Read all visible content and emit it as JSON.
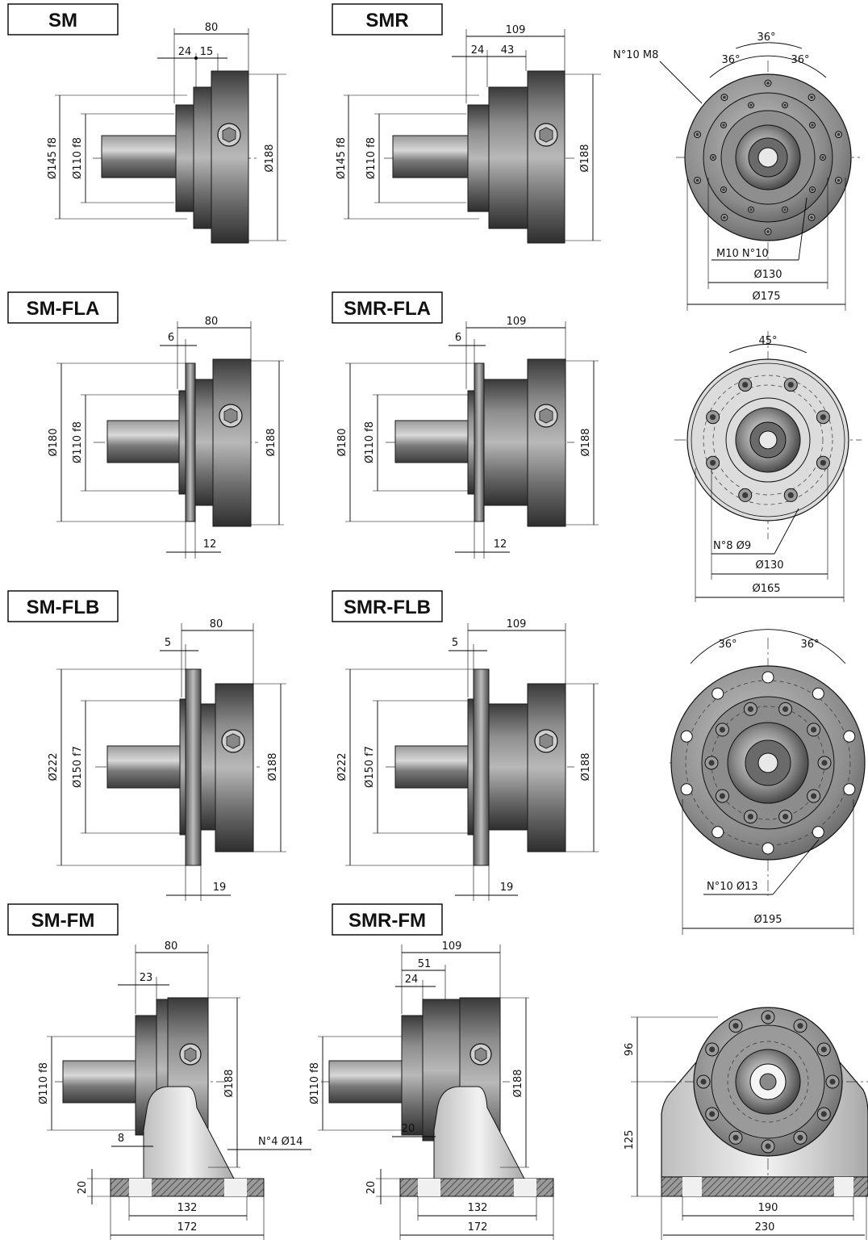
{
  "rows": [
    {
      "left": {
        "title": "SM",
        "dims": {
          "top_total": "80",
          "top_a": "24",
          "top_b": "15",
          "outer": "Ø145 f8",
          "pilot": "Ø110 f8",
          "body": "Ø188"
        }
      },
      "right": {
        "title": "SMR",
        "dims": {
          "top_total": "109",
          "top_a": "24",
          "top_b": "43",
          "outer": "Ø145 f8",
          "pilot": "Ø110 f8",
          "body": "Ø188"
        }
      },
      "front": {
        "angle_top": "36°",
        "angle_left": "36°",
        "angle_right": "36°",
        "holes_outer": "N°10 M8",
        "holes_inner": "M10 N°10",
        "d_inner": "Ø130",
        "d_outer": "Ø175"
      }
    },
    {
      "left": {
        "title": "SM-FLA",
        "dims": {
          "top_total": "80",
          "top_a": "6",
          "outer": "Ø180",
          "pilot": "Ø110 f8",
          "body": "Ø188",
          "bottom": "12"
        }
      },
      "right": {
        "title": "SMR-FLA",
        "dims": {
          "top_total": "109",
          "top_a": "6",
          "outer": "Ø180",
          "pilot": "Ø110 f8",
          "body": "Ø188",
          "bottom": "12"
        }
      },
      "front": {
        "angle_top": "45°",
        "holes": "N°8 Ø9",
        "d_inner": "Ø130",
        "d_outer": "Ø165"
      }
    },
    {
      "left": {
        "title": "SM-FLB",
        "dims": {
          "top_total": "80",
          "top_a": "5",
          "outer": "Ø222",
          "pilot": "Ø150 f7",
          "body": "Ø188",
          "bottom": "19"
        }
      },
      "right": {
        "title": "SMR-FLB",
        "dims": {
          "top_total": "109",
          "top_a": "5",
          "outer": "Ø222",
          "pilot": "Ø150 f7",
          "body": "Ø188",
          "bottom": "19"
        }
      },
      "front": {
        "angle_left": "36°",
        "angle_right": "36°",
        "holes": "N°10 Ø13",
        "d_outer": "Ø195"
      }
    },
    {
      "left": {
        "title": "SM-FM",
        "dims": {
          "top_total": "80",
          "top_a": "23",
          "pilot": "Ø110 f8",
          "body": "Ø188",
          "foot_offset": "8",
          "foot_h": "20",
          "holes": "N°4 Ø14",
          "inner_w": "132",
          "outer_w": "172"
        }
      },
      "right": {
        "title": "SMR-FM",
        "dims": {
          "top_total": "109",
          "top_a": "24",
          "top_b": "51",
          "pilot": "Ø110 f8",
          "body": "Ø188",
          "foot_offset": "20",
          "foot_h": "20",
          "inner_w": "132",
          "outer_w": "172"
        }
      },
      "front": {
        "h_top": "96",
        "h_bottom": "125",
        "w_inner": "190",
        "w_outer": "230"
      }
    }
  ],
  "colors": {
    "metal_dark": "#4a4a4a",
    "metal_mid": "#8a8a8a",
    "metal_light": "#d0d0d0",
    "line": "#000000"
  }
}
